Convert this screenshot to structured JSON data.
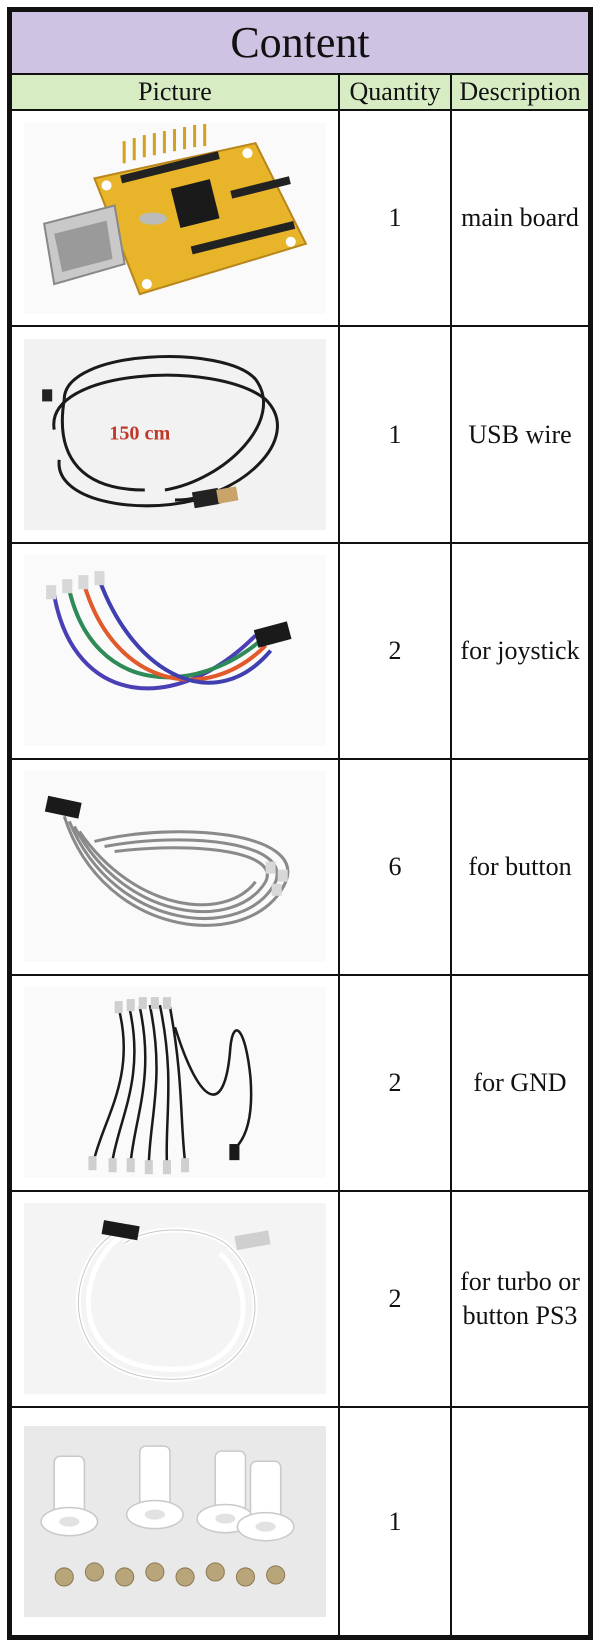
{
  "title": "Content",
  "headers": {
    "picture": "Picture",
    "quantity": "Quantity",
    "description": "Description"
  },
  "rows": [
    {
      "quantity": "1",
      "description": "main board"
    },
    {
      "quantity": "1",
      "description": "USB wire",
      "picture_label": "150 cm"
    },
    {
      "quantity": "2",
      "description": "for joystick"
    },
    {
      "quantity": "6",
      "description": "for button"
    },
    {
      "quantity": "2",
      "description": "for GND"
    },
    {
      "quantity": "2",
      "description": "for turbo or button PS3"
    },
    {
      "quantity": "1",
      "description": ""
    }
  ],
  "colors": {
    "title_bg": "#cfc3e3",
    "header_bg": "#d8ecc4",
    "border": "#111111"
  }
}
